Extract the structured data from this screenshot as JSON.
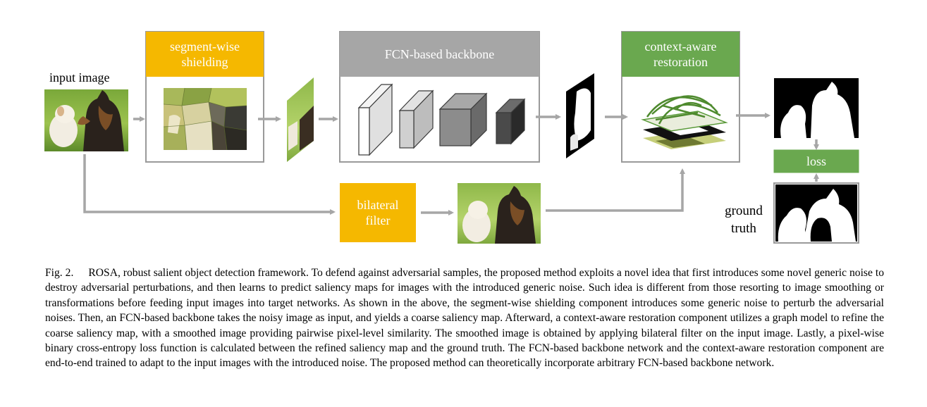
{
  "figure": {
    "labels": {
      "input_image": "input image",
      "segment_wise_shielding": "segment-wise\nshielding",
      "fcn_backbone": "FCN-based backbone",
      "context_aware_restoration": "context-aware\nrestoration",
      "bilateral_filter": "bilateral\nfilter",
      "loss": "loss",
      "ground_truth": "ground\ntruth"
    },
    "colors": {
      "orange": "#f5b800",
      "gray_header": "#a6a6a6",
      "green": "#6aa84f",
      "arrow": "#a6a6a6"
    }
  },
  "caption": {
    "label": "Fig. 2.",
    "text": "ROSA, robust salient object detection framework. To defend against adversarial samples, the proposed method exploits a novel idea that first introduces some novel generic noise to destroy adversarial perturbations, and then learns to predict saliency maps for images with the introduced generic noise. Such idea is different from those resorting to image smoothing or transformations before feeding input images into target networks. As shown in the above, the segment-wise shielding component introduces some generic noise to perturb the adversarial noises. Then, an FCN-based backbone takes the noisy image as input, and yields a coarse saliency map. Afterward, a context-aware restoration component utilizes a graph model to refine the coarse saliency map, with a smoothed image providing pairwise pixel-level similarity. The smoothed image is obtained by applying bilateral filter on the input image. Lastly, a pixel-wise binary cross-entropy loss function is calculated between the refined saliency map and the ground truth. The FCN-based backbone network and the context-aware restoration component are end-to-end trained to adapt to the input images with the introduced noise. The proposed method can theoretically incorporate arbitrary FCN-based backbone network."
  }
}
